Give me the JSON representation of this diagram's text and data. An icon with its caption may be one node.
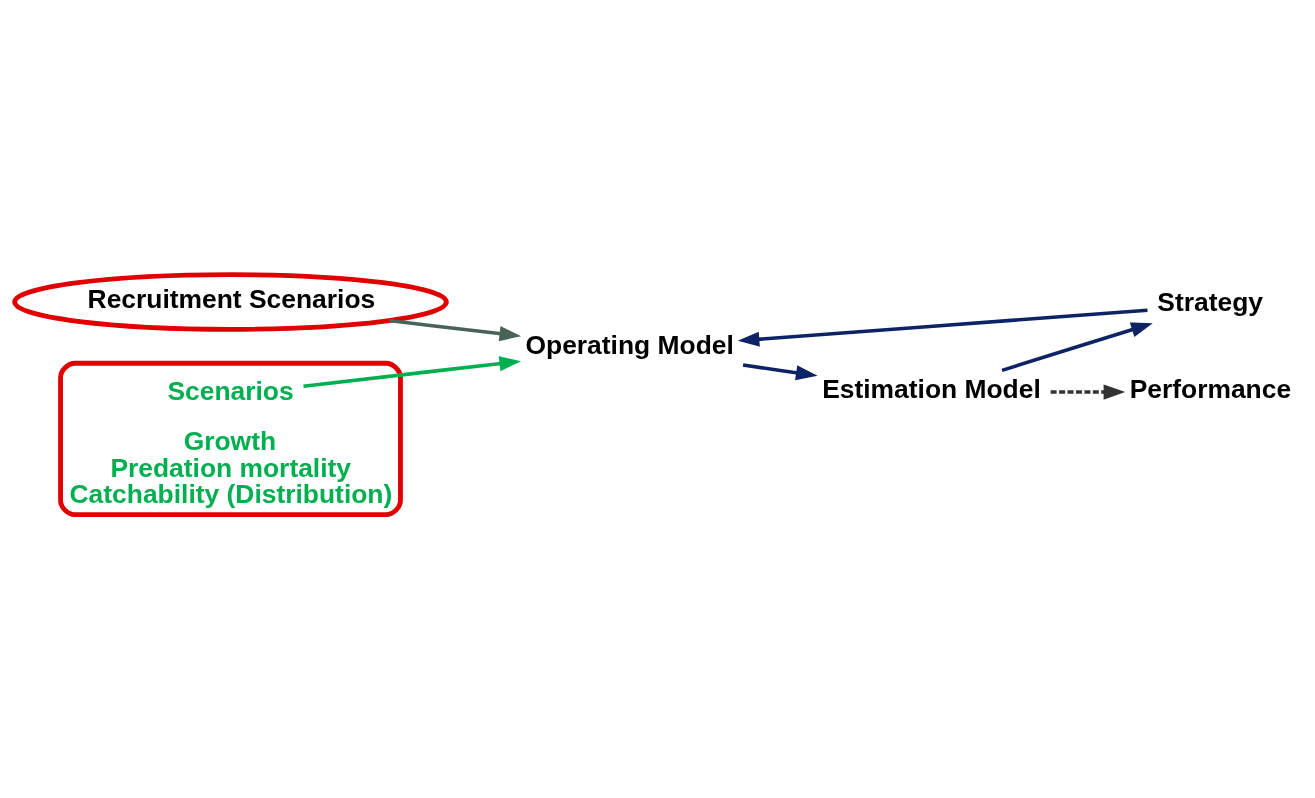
{
  "diagram": {
    "nodes": [
      {
        "text": [
          "Recruitment Scenarios"
        ]
      },
      {
        "text": [
          "Growth",
          "Predation mortality",
          "Catchability (Distribution)"
        ]
      },
      {
        "text": [
          "Scenarios"
        ],
        "in": 1
      },
      {
        "text": [
          "Operating Model"
        ]
      },
      {
        "text": [
          "Estimation Model"
        ]
      },
      {
        "text": [
          "Strategy"
        ]
      },
      {
        "text": [
          "Performance"
        ]
      }
    ],
    "edges": [
      {
        "from": 0,
        "to": 3,
        "arrow": "to",
        "color": "#4a6358"
      },
      {
        "from": 2,
        "to": 3,
        "arrow": "to",
        "color": "#00b050"
      },
      {
        "from": 3,
        "to": 4,
        "arrow": "to"
      },
      {
        "from": 4,
        "to": 5,
        "arrow": "to"
      },
      {
        "from": 5,
        "to": 3,
        "arrow": "to"
      },
      {
        "from": 4,
        "to": 6,
        "arrow": "to",
        "style": "dashed",
        "color": "#333333"
      }
    ]
  }
}
